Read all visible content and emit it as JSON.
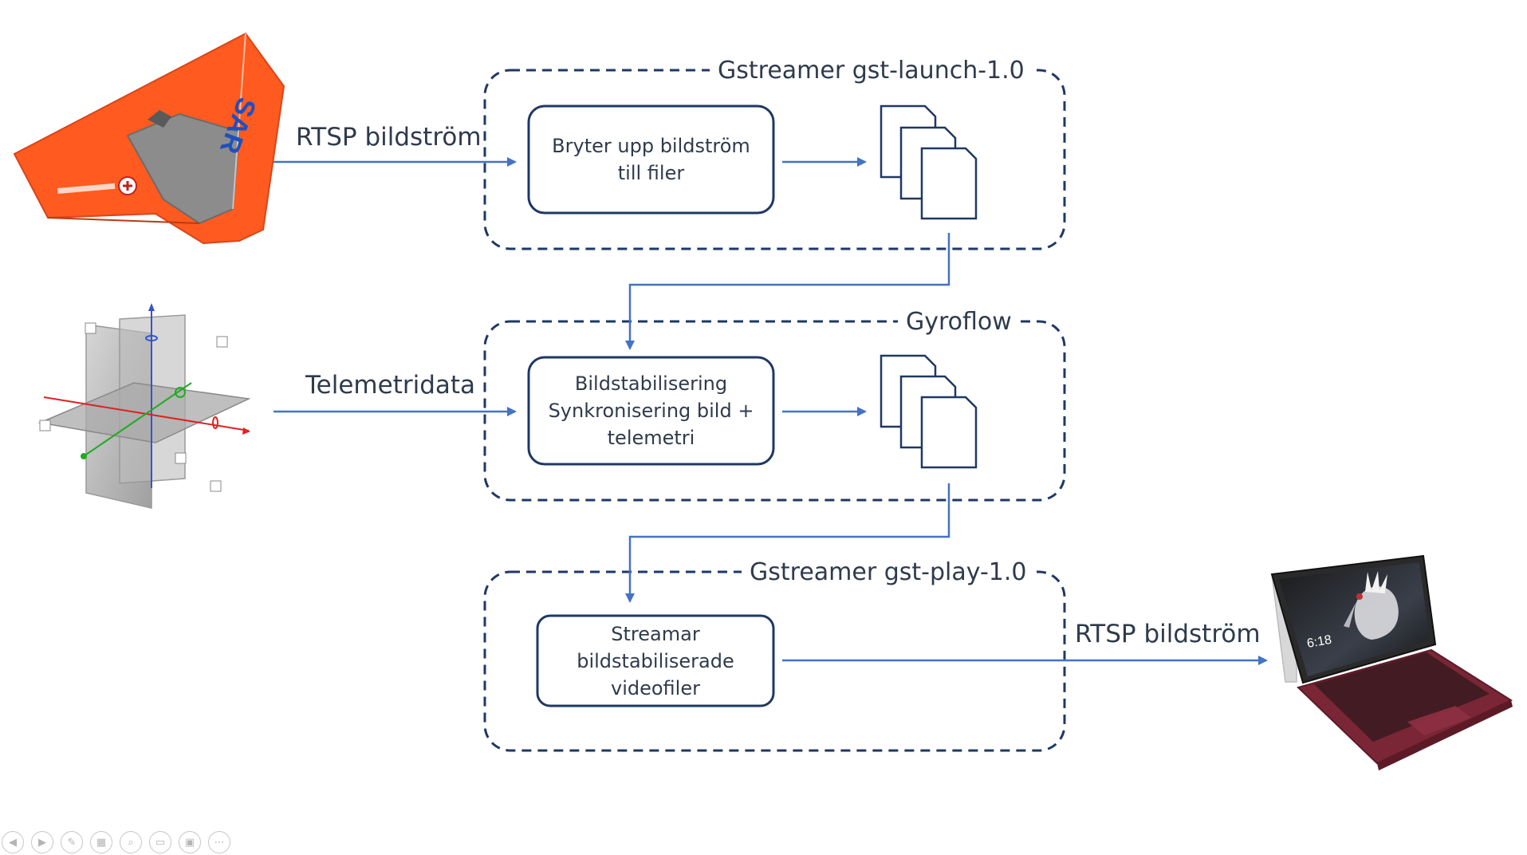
{
  "groups": {
    "launch": {
      "title": "Gstreamer gst-launch-1.0"
    },
    "gyroflow": {
      "title": "Gyroflow"
    },
    "play": {
      "title": "Gstreamer gst-play-1.0"
    }
  },
  "boxes": {
    "split": "Bryter upp bildström\ntill filer",
    "stabilize": "Bildstabilisering\nSynkronisering bild +\ntelemetri",
    "stream": "Streamar\nbildstabiliserade\nvideofiler"
  },
  "edges": {
    "rtsp_in": "RTSP bildström",
    "telemetry": "Telemetridata",
    "rtsp_out": "RTSP bildström"
  },
  "drone": {
    "marking": "SAR"
  },
  "tablet": {
    "clock": "6:18"
  },
  "toolbar": {
    "items": [
      {
        "name": "previous-slide-button",
        "glyph": "◀"
      },
      {
        "name": "next-slide-button",
        "glyph": "▶"
      },
      {
        "name": "pen-button",
        "glyph": "✎"
      },
      {
        "name": "all-slides-button",
        "glyph": "▦"
      },
      {
        "name": "zoom-button",
        "glyph": "⌕"
      },
      {
        "name": "subtitles-button",
        "glyph": "▭"
      },
      {
        "name": "camera-button",
        "glyph": "▣"
      },
      {
        "name": "more-options-button",
        "glyph": "⋯"
      }
    ]
  },
  "colors": {
    "ink": "#1f3864",
    "arrow": "#4472c4",
    "text": "#2f3b4c",
    "drone_orange": "#ff5a1f"
  }
}
